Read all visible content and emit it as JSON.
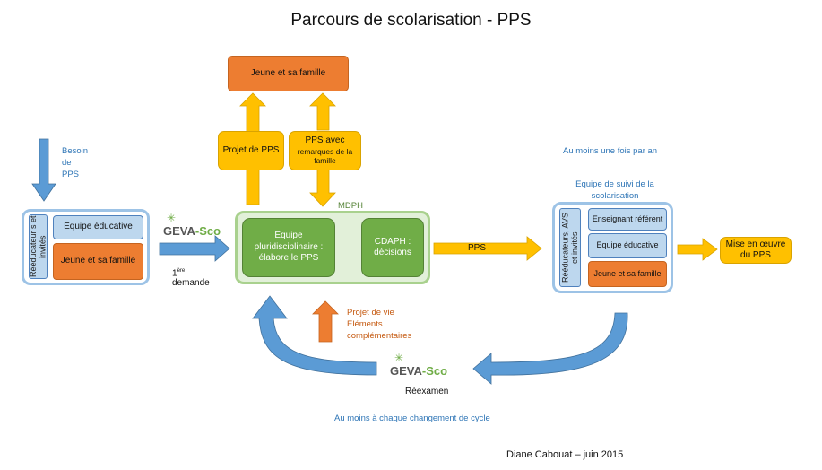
{
  "title": "Parcours de scolarisation - PPS",
  "besoin": "Besoin\nde\nPPS",
  "left_group": {
    "vertical_label": "Rééducateur s et invités",
    "equipe": "Equipe éducative",
    "jeune": "Jeune et sa famille"
  },
  "geva_top": {
    "geva": "GEVA",
    "dash_sco": "-Sco"
  },
  "premiere_demande": {
    "number": "1",
    "sup": "ère",
    "word": "demande"
  },
  "top_jeune": "Jeune et sa famille",
  "projet_pps": "Projet de PPS",
  "pps_remarques": {
    "main": "PPS avec",
    "sub": "remarques de la famille"
  },
  "mdph": "MDPH",
  "equipe_pluri": "Equipe pluridisciplinaire : élabore le PPS",
  "cdaph": "CDAPH : décisions",
  "pps": "PPS",
  "au_moins_an": "Au moins une fois par an",
  "equipe_suivi": "Equipe de suivi de la scolarisation",
  "right_group": {
    "vertical_label": "Rééducateurs, AVS et invités",
    "enseignant": "Enseignant référent",
    "equipe": "Equipe éducative",
    "jeune": "Jeune et sa famille"
  },
  "mise_en_oeuvre": "Mise en œuvre du PPS",
  "projet_vie": "Projet de vie\nEléments\ncomplémentaires",
  "geva_bottom": {
    "geva": "GEVA",
    "dash_sco": "-Sco"
  },
  "reexamen": "Réexamen",
  "au_moins_cycle": "Au moins à chaque changement de cycle",
  "signature": "Diane Cabouat – juin 2015",
  "colors": {
    "orange": "#ED7D31",
    "light_blue": "#BDD7EE",
    "yellow": "#FFC000",
    "green": "#70AD47",
    "blue_arrow": "#5B9BD5"
  }
}
